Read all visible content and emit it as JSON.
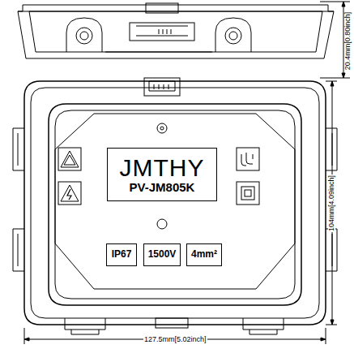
{
  "diagram": {
    "nodes": [
      {
        "text": [
          "JMTHY",
          "PV-JM805K"
        ]
      },
      {
        "text": [
          "IP67"
        ]
      },
      {
        "text": [
          "1500V"
        ]
      },
      {
        "text": [
          "4mm²"
        ]
      }
    ],
    "labels": [
      "20.4mm[0.80inch]",
      "104mm[4.09inch]",
      "127.5mm[5.02inch]"
    ]
  }
}
